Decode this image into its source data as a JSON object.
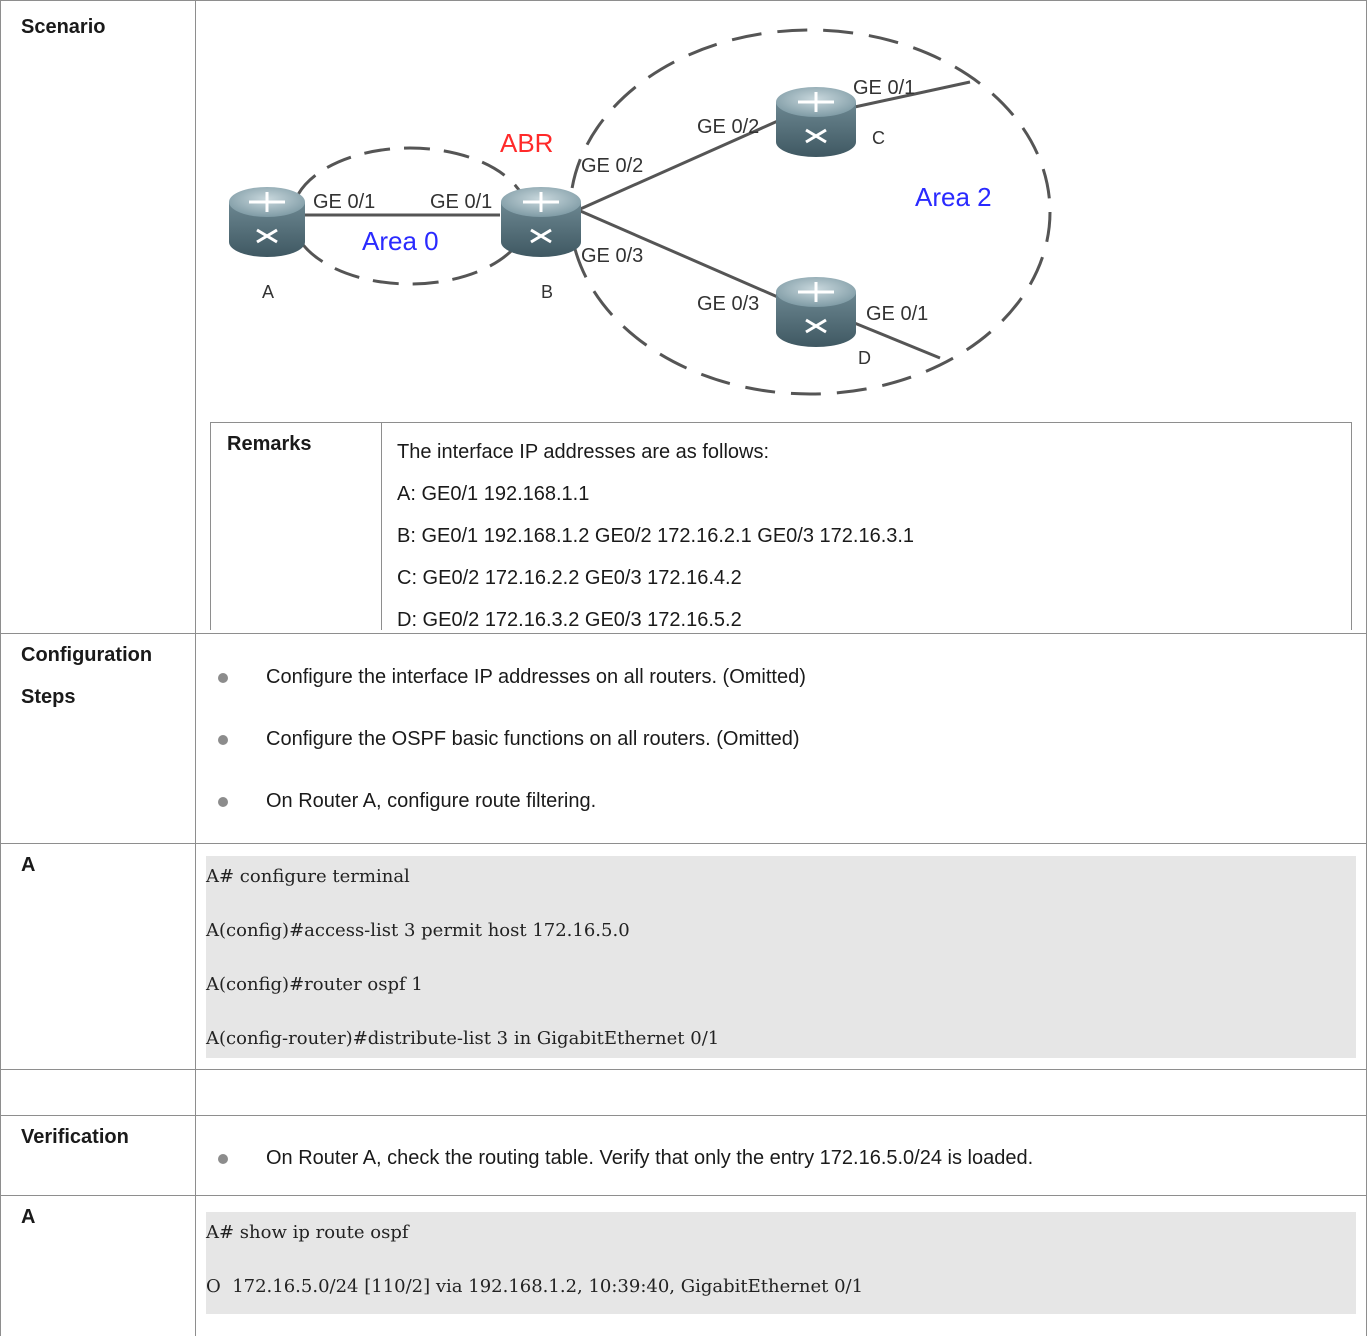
{
  "scenario": {
    "label": "Scenario",
    "diagram": {
      "abr_label": "ABR",
      "area0_label": "Area 0",
      "area2_label": "Area 2",
      "router_names": [
        "A",
        "B",
        "C",
        "D"
      ],
      "ports": {
        "a_ge01": "GE 0/1",
        "b_ge01": "GE 0/1",
        "b_ge02": "GE 0/2",
        "b_ge03": "GE 0/3",
        "c_ge02": "GE 0/2",
        "c_ge01": "GE 0/1",
        "d_ge03": "GE 0/3",
        "d_ge01": "GE 0/1"
      },
      "colors": {
        "abr": "#ff2a2a",
        "area": "#2a2aff",
        "router_body": "#6f8a94",
        "router_top": "#9db3bb"
      }
    },
    "remarks": {
      "label": "Remarks",
      "lines": [
        "The interface IP addresses are as follows:",
        "A: GE0/1 192.168.1.1",
        "B: GE0/1 192.168.1.2 GE0/2 172.16.2.1 GE0/3 172.16.3.1",
        "C: GE0/2 172.16.2.2 GE0/3 172.16.4.2",
        "D: GE0/2 172.16.3.2 GE0/3 172.16.5.2"
      ]
    }
  },
  "config": {
    "label_line1": "Configuration",
    "label_line2": "Steps",
    "steps": [
      "Configure the interface IP addresses on all routers. (Omitted)",
      "Configure the OSPF basic functions on all routers. (Omitted)",
      "On Router A, configure route filtering."
    ]
  },
  "a_config": {
    "label": "A",
    "lines": [
      "A# configure terminal",
      "A(config)#access-list 3 permit host 172.16.5.0",
      "A(config)#router ospf 1",
      "A(config-router)#distribute-list 3 in GigabitEthernet 0/1"
    ]
  },
  "verification": {
    "label": "Verification",
    "steps": [
      "On Router A, check the routing table. Verify that only the entry 172.16.5.0/24 is loaded."
    ]
  },
  "a_verify": {
    "label": "A",
    "lines": [
      "A# show ip route ospf",
      "O  172.16.5.0/24 [110/2] via 192.168.1.2, 10:39:40, GigabitEthernet 0/1"
    ]
  }
}
